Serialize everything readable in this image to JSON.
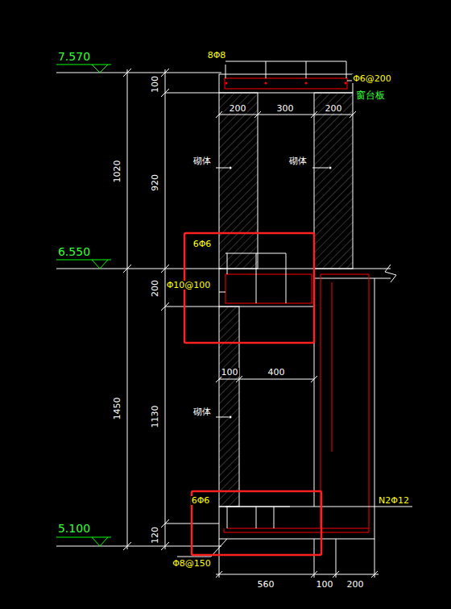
{
  "diagram": {
    "labels": [
      "7.570",
      "6.550",
      "5.100",
      "1020",
      "1450",
      "100",
      "920",
      "200",
      "1130",
      "120",
      "8Φ8",
      "Φ6@200",
      "窗台板",
      "200",
      "300",
      "200",
      "砌体",
      "砌体",
      "6Φ6",
      "Φ10@100",
      "100",
      "400",
      "砌体",
      "6Φ6",
      "N2Φ12",
      "Φ8@150",
      "560",
      "100",
      "200"
    ]
  }
}
